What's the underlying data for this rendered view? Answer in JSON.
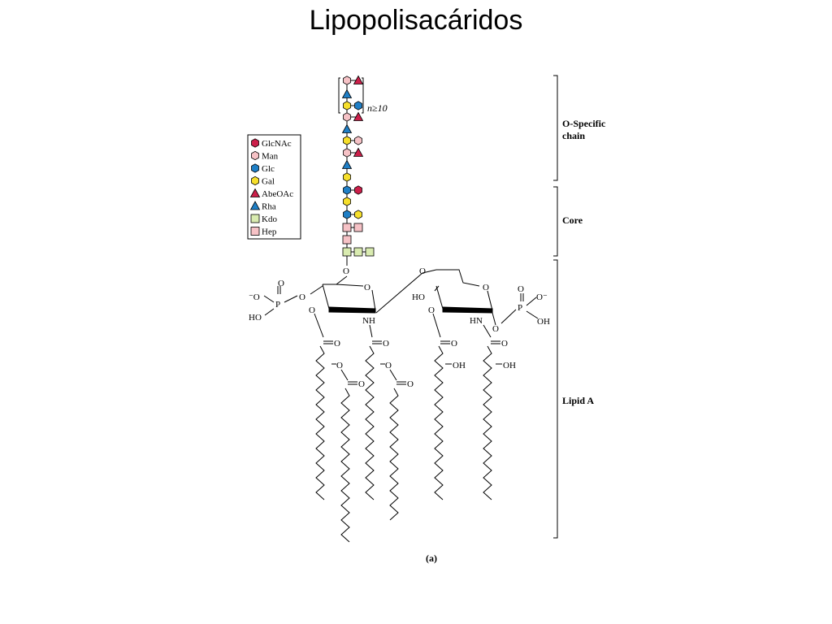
{
  "title": "Lipopolisacáridos",
  "colors": {
    "GlcNAc": "#cc1f4a",
    "Man": "#f6c2c6",
    "Glc": "#1f7fc6",
    "Gal": "#f6df2b",
    "AbeOAc": "#cc1f4a",
    "Rha": "#1f7fc6",
    "Kdo": "#d9ebb0",
    "Hep": "#f6c2c6"
  },
  "legend": [
    {
      "name": "GlcNAc",
      "shape": "circle"
    },
    {
      "name": "Man",
      "shape": "circle"
    },
    {
      "name": "Glc",
      "shape": "circle"
    },
    {
      "name": "Gal",
      "shape": "circle"
    },
    {
      "name": "AbeOAc",
      "shape": "triangle"
    },
    {
      "name": "Rha",
      "shape": "triangle"
    },
    {
      "name": "Kdo",
      "shape": "square"
    },
    {
      "name": "Hep",
      "shape": "square"
    }
  ],
  "repeat_label": "n≥10",
  "regions": {
    "o_specific_line1": "O-Specific",
    "o_specific_line2": "chain",
    "core": "Core",
    "lipid_a": "Lipid A"
  },
  "chem": {
    "o_minus_left": "⁻O",
    "p": "P",
    "o": "O",
    "ho": "HO",
    "nh": "NH",
    "hn": "HN",
    "oh": "OH",
    "o_minus_right": "O⁻"
  },
  "caption": "(a)"
}
